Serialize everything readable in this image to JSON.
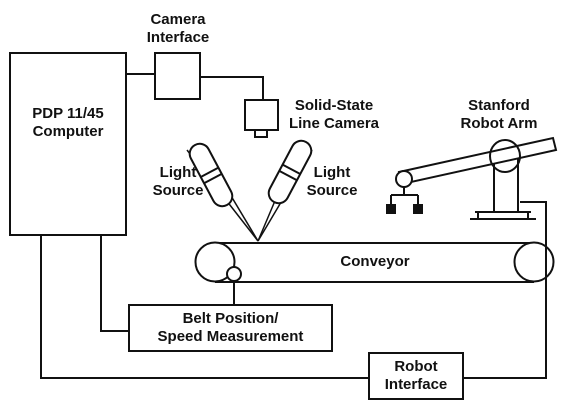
{
  "labels": {
    "computer_line1": "PDP 11/45",
    "computer_line2": "Computer",
    "camera_interface_line1": "Camera",
    "camera_interface_line2": "Interface",
    "line_camera_line1": "Solid-State",
    "line_camera_line2": "Line Camera",
    "robot_arm_line1": "Stanford",
    "robot_arm_line2": "Robot Arm",
    "light_left_line1": "Light",
    "light_left_line2": "Source",
    "light_right_line1": "Light",
    "light_right_line2": "Source",
    "conveyor": "Conveyor",
    "belt_line1": "Belt Position/",
    "belt_line2": "Speed Measurement",
    "robot_interface_line1": "Robot",
    "robot_interface_line2": "Interface"
  },
  "colors": {
    "ink": "#111111",
    "background": "#ffffff"
  }
}
